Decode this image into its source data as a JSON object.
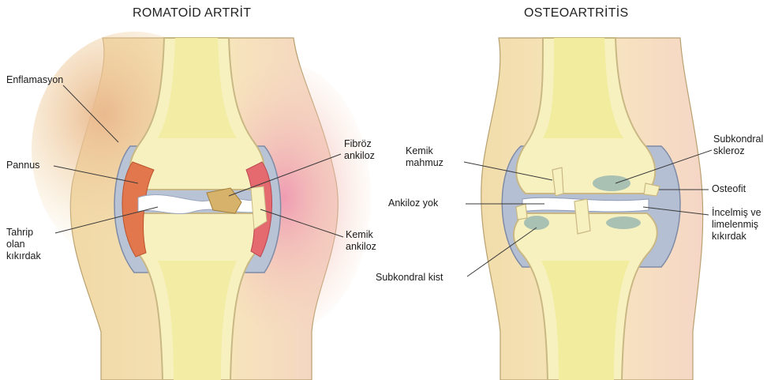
{
  "panels": {
    "left": {
      "title": "ROMATOİD ARTRİT",
      "labels": {
        "enflamasyon": "Enflamasyon",
        "pannus": "Pannus",
        "tahrip_1": "Tahrip",
        "tahrip_2": "olan",
        "tahrip_3": "kıkırdak",
        "fibroz_1": "Fibröz",
        "fibroz_2": "ankiloz",
        "kemik_ankiloz_1": "Kemik",
        "kemik_ankiloz_2": "ankiloz"
      }
    },
    "right": {
      "title": "OSTEOARTRİTİS",
      "labels": {
        "kemik_mahmuz_1": "Kemik",
        "kemik_mahmuz_2": "mahmuz",
        "ankiloz_yok": "Ankiloz yok",
        "subkondral_kist": "Subkondral kist",
        "subkondral_skleroz_1": "Subkondral",
        "subkondral_skleroz_2": "skleroz",
        "osteofit": "Osteofit",
        "incelmis_1": "İncelmiş ve",
        "incelmis_2": "limelenmiş",
        "incelmis_3": "kıkırdak"
      }
    }
  },
  "colors": {
    "skin": "#f3dfae",
    "inflammation": "#eaa7b4",
    "bone": "#f7f1bf",
    "bone_edge": "#c9b884",
    "capsule": "#a9b8cf",
    "pannus": "#e2774d",
    "sclerosis": "#9bb8b0"
  }
}
